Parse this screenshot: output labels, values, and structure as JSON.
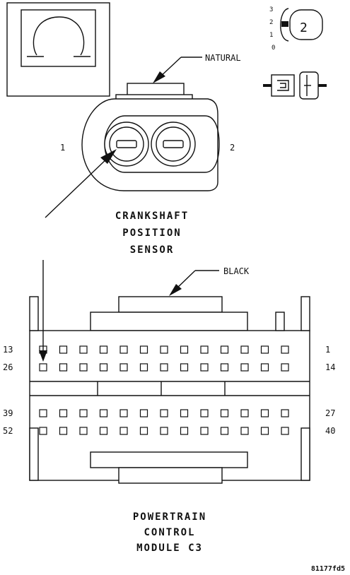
{
  "sensor_connector": {
    "color_label": "NATURAL",
    "pin_left": "1",
    "pin_right": "2",
    "title_lines": [
      "CRANKSHAFT",
      "POSITION",
      "SENSOR"
    ]
  },
  "legend": {
    "key_numbers": [
      "3",
      "2",
      "1",
      "0"
    ],
    "key_badge": "2"
  },
  "pcm_connector": {
    "color_label": "BLACK",
    "pins": {
      "row1_left": "13",
      "row1_right": "1",
      "row2_left": "26",
      "row2_right": "14",
      "row3_left": "39",
      "row3_right": "27",
      "row4_left": "52",
      "row4_right": "40"
    },
    "title_lines": [
      "POWERTRAIN",
      "CONTROL",
      "MODULE C3"
    ]
  },
  "figure_ref": "81177fd5"
}
